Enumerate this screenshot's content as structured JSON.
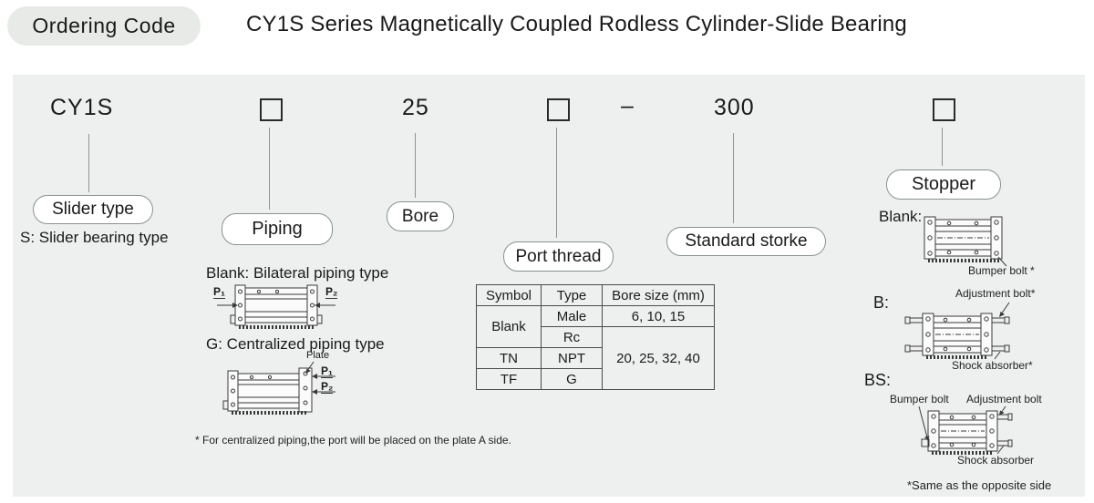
{
  "header": {
    "badge": "Ordering Code",
    "title": "CY1S Series Magnetically Coupled Rodless Cylinder-Slide Bearing"
  },
  "code_row": {
    "model": "CY1S",
    "bore_value": "25",
    "dash": "–",
    "stroke_value": "300"
  },
  "slider_type": {
    "label": "Slider type",
    "note": "S: Slider bearing type"
  },
  "piping": {
    "label": "Piping",
    "blank_note": "Blank: Bilateral piping type",
    "g_note": "G: Centralized piping type",
    "plate_label": "Plate",
    "p1_label": "P₁",
    "p2_label": "P₂",
    "footnote": "* For centralized piping,the port will be placed on the plate A side."
  },
  "bore": {
    "label": "Bore"
  },
  "port_thread": {
    "label": "Port thread",
    "table": {
      "col_symbol": "Symbol",
      "col_type": "Type",
      "col_bore": "Bore size (mm)",
      "symbol_blank": "Blank",
      "symbol_tn": "TN",
      "symbol_tf": "TF",
      "type_male": "Male",
      "type_rc": "Rc",
      "type_npt": "NPT",
      "type_g": "G",
      "bore_male": "6, 10, 15",
      "bore_rest": "20, 25, 32, 40"
    }
  },
  "stroke": {
    "label": "Standard storke"
  },
  "stopper": {
    "label": "Stopper",
    "blank": {
      "label": "Blank:",
      "callout": "Bumper bolt *"
    },
    "b": {
      "label": "B:",
      "callout_top": "Adjustment bolt*",
      "callout_bottom": "Shock absorber*"
    },
    "bs": {
      "label": "BS:",
      "callout_left": "Bumper bolt",
      "callout_right": "Adjustment bolt",
      "callout_bottom": "Shock absorber"
    },
    "footnote": "*Same as the opposite side"
  },
  "colors": {
    "panel_bg": "#edf0ee",
    "badge_bg": "#e8eae8",
    "text": "#1a1a1a"
  }
}
